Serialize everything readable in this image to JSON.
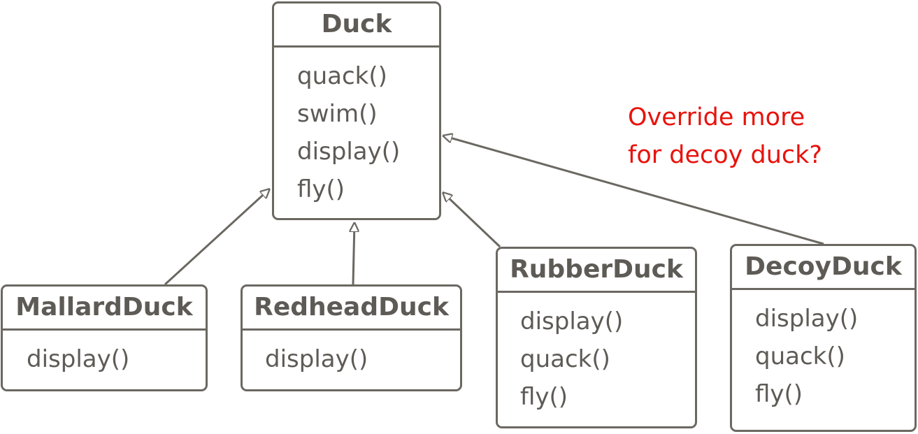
{
  "classes": {
    "duck": {
      "name": "Duck",
      "methods": [
        "quack()",
        "swim()",
        "display()",
        "fly()"
      ]
    },
    "mallard": {
      "name": "MallardDuck",
      "methods": [
        "display()"
      ]
    },
    "redhead": {
      "name": "RedheadDuck",
      "methods": [
        "display()"
      ]
    },
    "rubber": {
      "name": "RubberDuck",
      "methods": [
        "display()",
        "quack()",
        "fly()"
      ]
    },
    "decoy": {
      "name": "DecoyDuck",
      "methods": [
        "display()",
        "quack()",
        "fly()"
      ]
    }
  },
  "note": {
    "lines": [
      "Override more",
      "for decoy duck?"
    ],
    "color": "#e8120c"
  },
  "colors": {
    "stroke": "#6b6862",
    "text": "#5e5b56"
  }
}
